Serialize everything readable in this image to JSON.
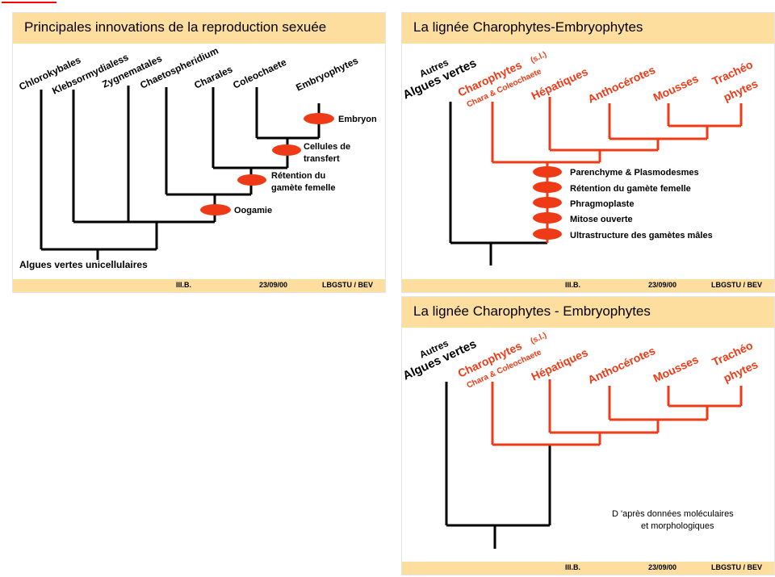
{
  "slides": [
    {
      "title": "Principales innovations de la reproduction sexuée",
      "taxa": [
        "Chlorokybales",
        "Klebsormydialess",
        "Zygnematales",
        "Chaetospheridium",
        "Charales",
        "Coleochaete",
        "Embryophytes"
      ],
      "events": [
        "Embryon",
        "Cellules de",
        "transfert",
        "Rétention du",
        "gamète femelle",
        "Oogamie"
      ],
      "base_label": "Algues vertes unicellulaires",
      "footer": {
        "section": "III.B.",
        "date": "23/09/00",
        "lab": "LBGSTU / BEV"
      }
    },
    {
      "title": "La lignée Charophytes-Embryophytes",
      "outgroup": {
        "small": "Autres",
        "big": "Algues vertes"
      },
      "taxa": {
        "charophytes": "Charophytes",
        "charophytes_sl": "(s.l.)",
        "charophytes_sub": "Chara & Coleochaete",
        "hepatiques": "Hépatiques",
        "anthocerotes": "Anthocérotes",
        "mousses": "Mousses",
        "tracheo1": "Trachéo",
        "tracheo2": "phytes"
      },
      "characters": [
        "Parenchyme & Plasmodesmes",
        "Rétention du gamète femelle",
        "Phragmoplaste",
        "Mitose ouverte",
        "Ultrastructure des gamètes mâles"
      ],
      "footer": {
        "section": "III.B.",
        "date": "23/09/00",
        "lab": "LBGSTU / BEV"
      }
    },
    {
      "title": "La lignée Charophytes - Embryophytes",
      "outgroup": {
        "small": "Autres",
        "big": "Algues vertes"
      },
      "taxa": {
        "charophytes": "Charophytes",
        "charophytes_sl": "(s.l.)",
        "charophytes_sub": "Chara & Coleochaete",
        "hepatiques": "Hépatiques",
        "anthocerotes": "Anthocérotes",
        "mousses": "Mousses",
        "tracheo1": "Trachéo",
        "tracheo2": "phytes"
      },
      "note_line1": "D 'après données moléculaires",
      "note_line2": "et morphologiques",
      "footer": {
        "section": "III.B.",
        "date": "23/09/00",
        "lab": "LBGSTU / BEV"
      }
    }
  ],
  "colors": {
    "header_band": "#fdde9f",
    "tree_red": "#ee3a16",
    "tree_black": "#000000",
    "accent_line": "#ff0000"
  }
}
